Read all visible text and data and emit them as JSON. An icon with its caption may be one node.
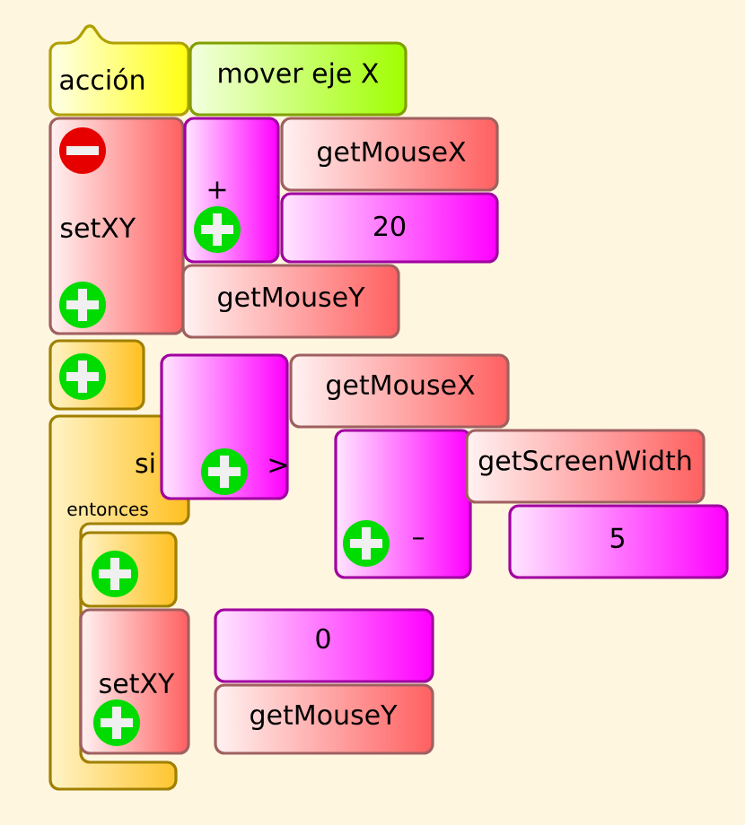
{
  "diagram": {
    "nodes": [
      {
        "text": [
          "acción"
        ]
      },
      {
        "text": [
          "mover eje X"
        ]
      },
      {
        "text": [
          "setXY"
        ]
      },
      {
        "text": [
          "+"
        ]
      },
      {
        "text": [
          "getMouseX"
        ]
      },
      {
        "text": [
          "20"
        ]
      },
      {
        "text": [
          "getMouseY"
        ]
      },
      {
        "text": [],
        "shape": "box"
      },
      {
        "text": [
          "si",
          "entonces"
        ]
      },
      {
        "text": [
          ">"
        ]
      },
      {
        "text": [
          "getMouseX"
        ]
      },
      {
        "text": [
          "–"
        ]
      },
      {
        "text": [
          "getScreenWidth"
        ]
      },
      {
        "text": [
          "5"
        ]
      },
      {
        "text": [],
        "shape": "box",
        "in": 8
      },
      {
        "text": [
          "setXY"
        ],
        "in": 8
      },
      {
        "text": [
          "0"
        ]
      },
      {
        "text": [
          "getMouseY"
        ]
      }
    ]
  }
}
